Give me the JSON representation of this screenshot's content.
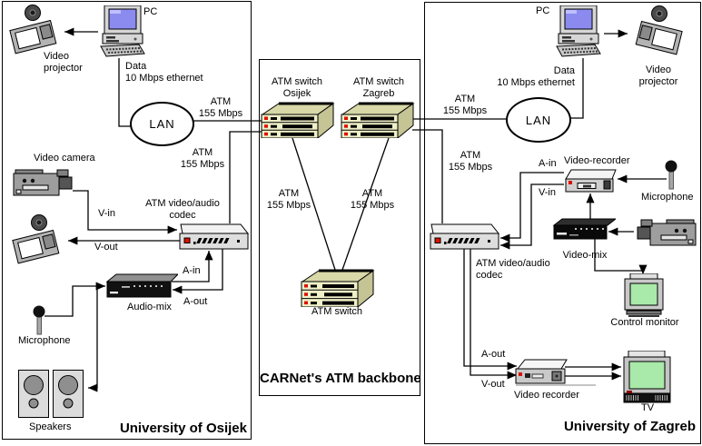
{
  "colors": {
    "switch_front": "#F0F0C8",
    "switch_top": "#D8D8A8",
    "switch_side": "#C4C494",
    "screen_blue": "#8A8AEF",
    "screen_green": "#A9E9A9",
    "led_red": "#DD1100",
    "dev_gray": "#D6D6D6",
    "cam_gray": "#9E9E9E"
  },
  "osijek": {
    "title": "University of Osijek",
    "pc": "PC",
    "projector_top": "Video\nprojector",
    "data_link": "Data\n10 Mbps ethernet",
    "lan": "LAN",
    "atm_lan": "ATM\n155 Mbps",
    "video_camera": "Video camera",
    "v_in": "V-in",
    "atm_codec": "ATM\n155 Mbps",
    "codec": "ATM video/audio\ncodec",
    "v_out": "V-out",
    "a_in": "A-in",
    "a_out": "A-out",
    "audio_mix": "Audio-mix",
    "microphone": "Microphone",
    "speakers": "Speakers"
  },
  "backbone": {
    "title": "CARNet's ATM backbone",
    "switch_osijek": "ATM switch\nOsijek",
    "switch_zagreb": "ATM switch\nZagreb",
    "atm_link_left": "ATM\n155 Mbps",
    "atm_link_right": "ATM\n155 Mbps",
    "central_switch": "ATM switch"
  },
  "zagreb": {
    "title": "University of Zagreb",
    "pc": "PC",
    "projector": "Video\nprojector",
    "data_link": "Data\n10 Mbps ethernet",
    "lan": "LAN",
    "atm_lan": "ATM\n155 Mbps",
    "atm_codec": "ATM\n155 Mbps",
    "a_in": "A-in",
    "video_recorder_top": "Video-recorder",
    "microphone": "Microphone",
    "v_in": "V-in",
    "codec": "ATM video/audio\ncodec",
    "video_mix": "Video-mix",
    "control_monitor": "Control monitor",
    "a_out": "A-out",
    "v_out": "V-out",
    "video_recorder_bottom": "Video recorder",
    "tv": "TV"
  }
}
